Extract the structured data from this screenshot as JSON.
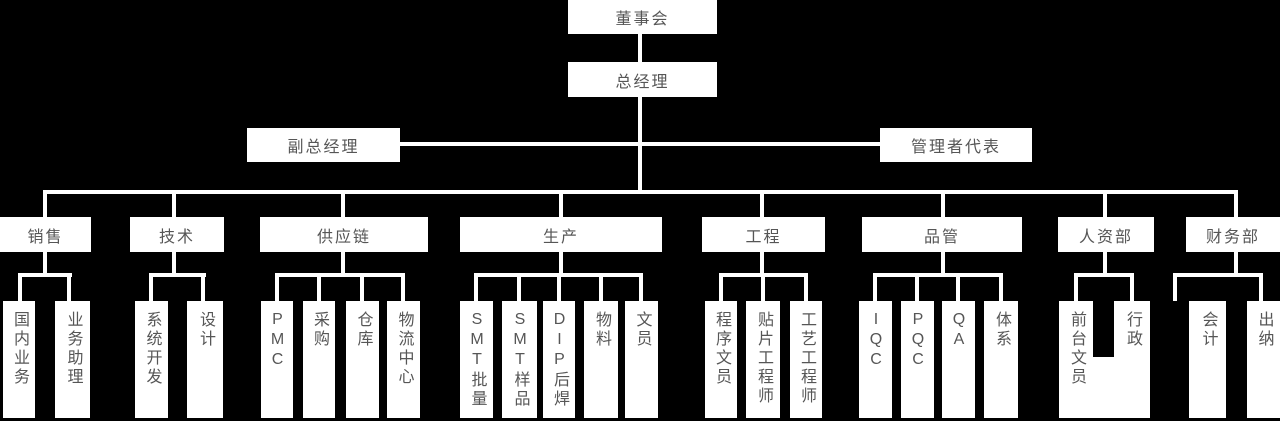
{
  "org": {
    "board": "董事会",
    "general_manager": "总经理",
    "deputy_gm": "副总经理",
    "mgmt_rep": "管理者代表",
    "departments": [
      {
        "label": "销售",
        "children": [
          "国内业务",
          "业务助理"
        ]
      },
      {
        "label": "技术",
        "children": [
          "系统开发",
          "设计"
        ]
      },
      {
        "label": "供应链",
        "children": [
          "PMC",
          "采购",
          "仓库",
          "物流中心"
        ]
      },
      {
        "label": "生产",
        "children": [
          "SMT批量",
          "SMT样品",
          "DIP后焊",
          "物料",
          "文员"
        ]
      },
      {
        "label": "工程",
        "children": [
          "程序文员",
          "贴片工程师",
          "工艺工程师"
        ]
      },
      {
        "label": "品管",
        "children": [
          "IQC",
          "PQC",
          "QA",
          "体系"
        ]
      },
      {
        "label": "人资部",
        "children": [
          "前台文员",
          "行政"
        ]
      },
      {
        "label": "财务部",
        "children": [
          "会计",
          "出纳"
        ]
      }
    ]
  },
  "colors": {
    "background": "#000000",
    "node_fill": "#ffffff",
    "node_text": "#565656",
    "connector": "#ffffff"
  }
}
